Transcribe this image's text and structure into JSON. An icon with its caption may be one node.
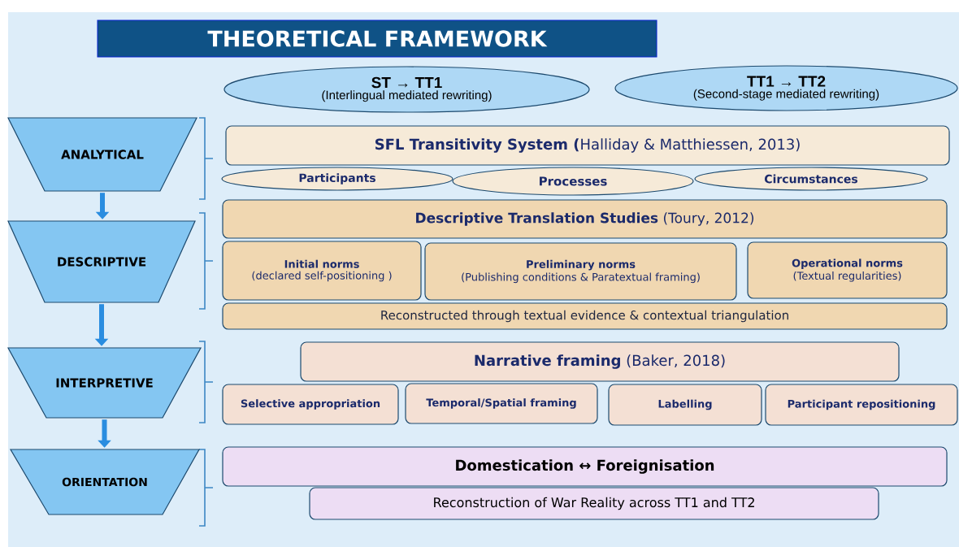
{
  "diagram": {
    "title": "THEORETICAL FRAMEWORK",
    "nodes": [
      {
        "text": [
          "ST → TT1",
          "(Interlingual mediated rewriting)"
        ]
      },
      {
        "text": [
          "TT1 → TT2",
          "(Second-stage mediated rewriting)"
        ]
      },
      {
        "text": [
          "ANALYTICAL"
        ]
      },
      {
        "text": [
          "**SFL Transitivity System (**Halliday & Matthiessen, 2013)"
        ]
      },
      {
        "text": [
          "Participants"
        ]
      },
      {
        "text": [
          "Processes"
        ]
      },
      {
        "text": [
          "Circumstances"
        ]
      },
      {
        "text": [
          "DESCRIPTIVE"
        ]
      },
      {
        "text": [
          "**Descriptive Translation Studies** (Toury, 2012)"
        ]
      },
      {
        "text": [
          "Initial norms",
          "(declared self-positioning )"
        ]
      },
      {
        "text": [
          "Preliminary norms",
          "(Publishing conditions & Paratextual framing)"
        ]
      },
      {
        "text": [
          "Operational norms",
          "(Textual regularities)"
        ]
      },
      {
        "text": [
          "Reconstructed through textual evidence & contextual triangulation"
        ]
      },
      {
        "text": [
          "INTERPRETIVE"
        ]
      },
      {
        "text": [
          "**Narrative framing** (Baker, 2018)"
        ]
      },
      {
        "text": [
          "Selective appropriation"
        ]
      },
      {
        "text": [
          "Temporal/Spatial framing"
        ]
      },
      {
        "text": [
          "Labelling"
        ]
      },
      {
        "text": [
          "Participant repositioning"
        ]
      },
      {
        "text": [
          "ORIENTATION"
        ]
      },
      {
        "text": [
          "Domestication ↔ Foreignisation"
        ]
      },
      {
        "text": [
          "Reconstruction of War Reality across TT1 and TT2"
        ]
      }
    ],
    "edges": [
      {
        "from": 2,
        "to": 7,
        "arrow": "to"
      },
      {
        "from": 7,
        "to": 13,
        "arrow": "to"
      },
      {
        "from": 13,
        "to": 19,
        "arrow": "to"
      }
    ]
  }
}
